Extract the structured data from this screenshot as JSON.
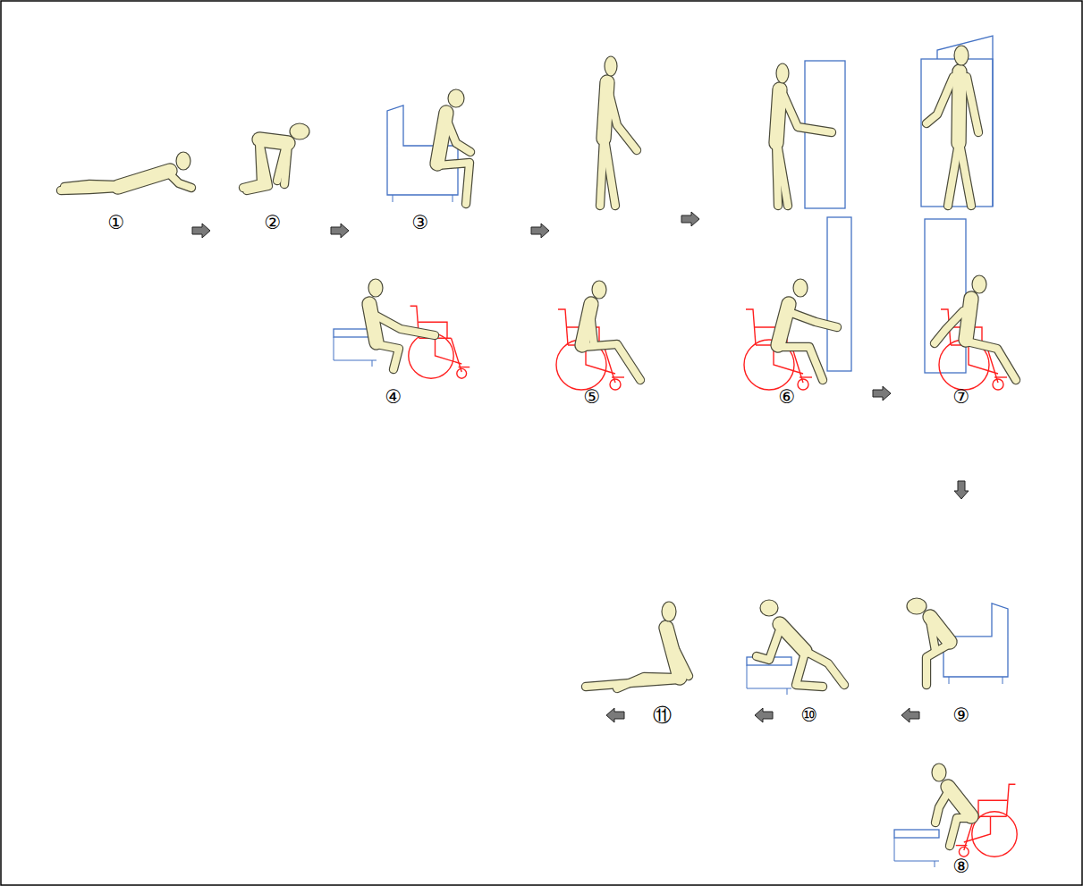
{
  "diagram": {
    "labels": [
      "①",
      "②",
      "③",
      "④",
      "⑤",
      "⑥",
      "⑦",
      "⑧",
      "⑨",
      "⑩",
      "⑪"
    ]
  }
}
